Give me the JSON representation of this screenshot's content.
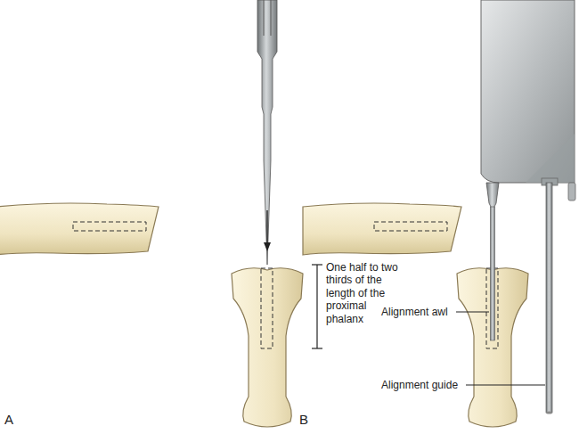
{
  "diagram": {
    "labels": [
      "One half to two thirds of the length of the proximal phalanx",
      "Alignment awl",
      "Alignment guide",
      "A",
      "B"
    ]
  }
}
